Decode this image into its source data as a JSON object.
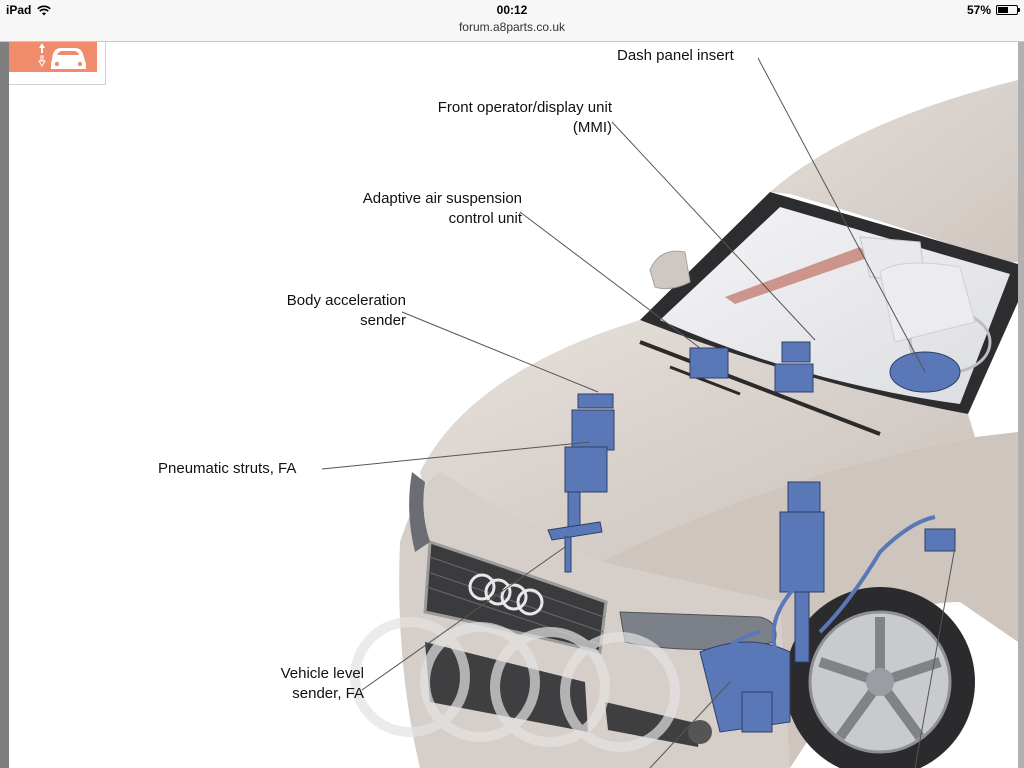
{
  "status_bar": {
    "device": "iPad",
    "time": "00:12",
    "battery_percent": "57%",
    "battery_level": 0.57
  },
  "address_bar": {
    "url": "forum.a8parts.co.uk"
  },
  "diagram": {
    "labels": {
      "dash_panel_insert": "Dash panel insert",
      "mmi_line1": "Front operator/display unit",
      "mmi_line2": "(MMI)",
      "suspension_line1": "Adaptive air suspension",
      "suspension_line2": "control unit",
      "body_accel_line1": "Body acceleration",
      "body_accel_line2": "sender",
      "struts": "Pneumatic struts, FA",
      "level_line1": "Vehicle level",
      "level_line2": "sender, FA"
    }
  },
  "colors": {
    "badge": "#f08c6c",
    "car_body": "#d9d1cb",
    "component_blue": "#5a78b8"
  },
  "icons": {
    "wifi": "wifi-icon",
    "battery": "battery-icon",
    "logo": "car-level-logo-icon"
  }
}
